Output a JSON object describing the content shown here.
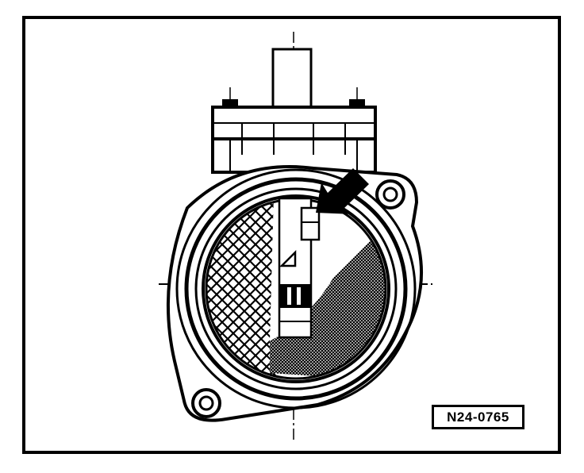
{
  "figure": {
    "reference_code": "N24-0765"
  },
  "components": {
    "connector": "electrical-connector",
    "housing": "sensor-housing",
    "mesh": "protective-mesh",
    "sensor_element": "sensor-element",
    "arrow": "indicator-arrow"
  },
  "colors": {
    "ink": "#000000",
    "paper": "#ffffff"
  }
}
